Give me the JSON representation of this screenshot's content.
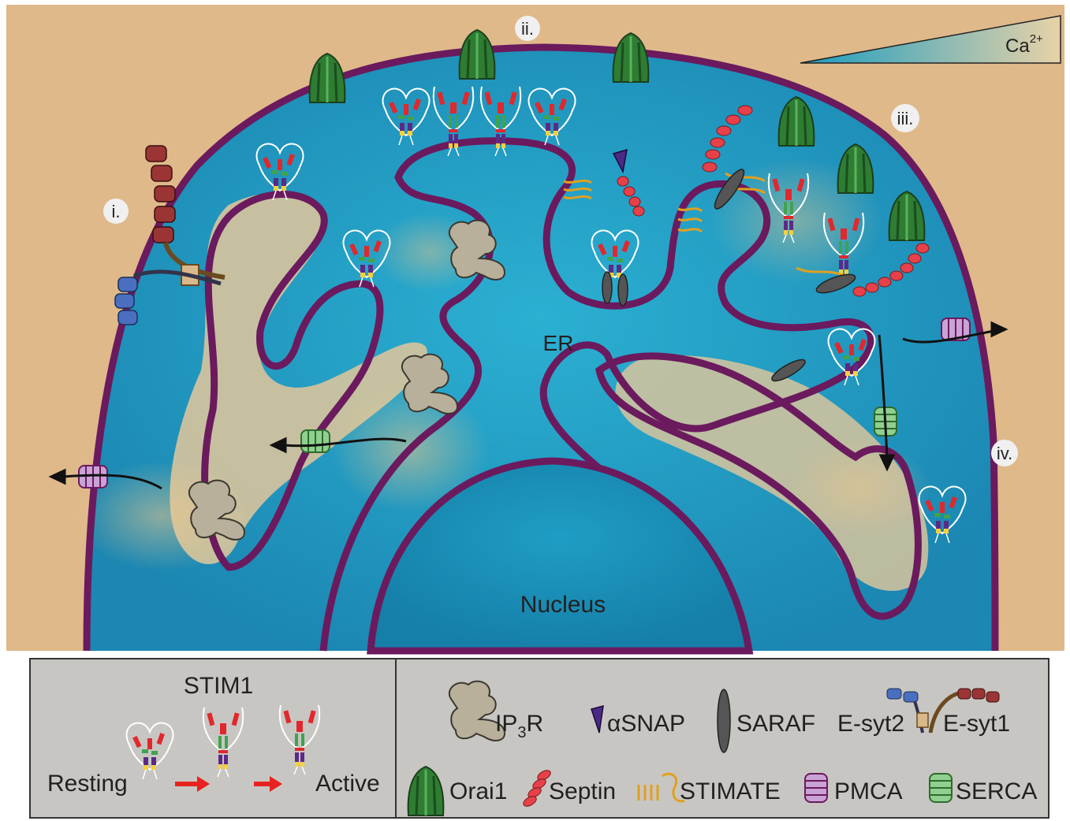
{
  "labels": {
    "i": "i.",
    "ii": "ii.",
    "iii": "iii.",
    "iv": "iv.",
    "er": "ER",
    "nucleus": "Nucleus",
    "ca_base": "Ca",
    "ca_sup": "2+"
  },
  "legend": {
    "stim1_title": "STIM1",
    "resting": "Resting",
    "active": "Active",
    "ip3r_main": "IP",
    "ip3r_sub": "3",
    "ip3r_end": "R",
    "asnap": "αSNAP",
    "saraf": "SARAF",
    "esyt2": "E-syt2",
    "esyt1": "E-syt1",
    "orai1": "Orai1",
    "septin": "Septin",
    "stimate": "STIMATE",
    "pmca": "PMCA",
    "serca": "SERCA"
  },
  "colors": {
    "background": "#dfb98a",
    "membrane": "#6b1a5e",
    "er_lumen": "#1a9cc0",
    "cytosol_light": "#d8c49c",
    "orai1": "#2e7d32",
    "stim_red": "#e0282d",
    "stim_green": "#3fa34d",
    "stim_purple": "#5b2a86",
    "stim_yellow": "#f4d03f",
    "septin": "#e8404a",
    "esyt1": "#9b3535",
    "esyt2": "#4a6fbf",
    "ip3r": "#b8b09a",
    "saraf": "#555555",
    "stimate": "#e0a020",
    "pmca": "#a05aa8",
    "serca": "#6ab06a",
    "legend_bg": "#c8c6c2",
    "arrow_red": "#e8231f"
  }
}
